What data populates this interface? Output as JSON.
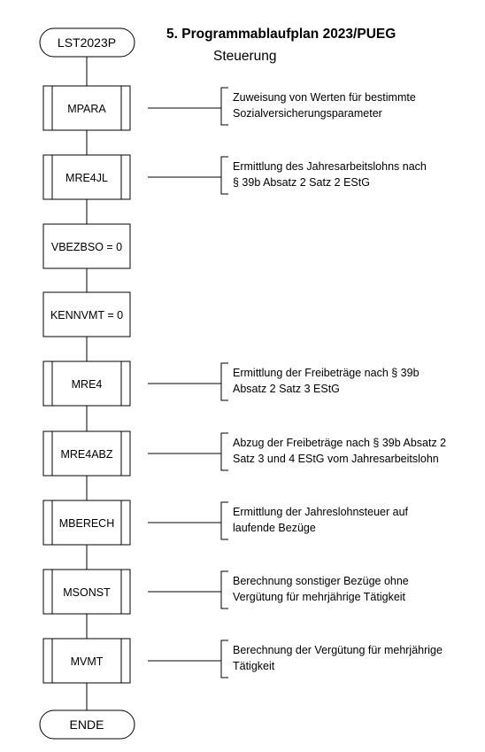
{
  "header": {
    "title": "5. Programmablaufplan 2023/PUEG",
    "subtitle": "Steuerung"
  },
  "flow": {
    "start": "LST2023P",
    "end": "ENDE",
    "steps": [
      {
        "label": "MPARA",
        "kind": "subroutine",
        "comment": [
          "Zuweisung von Werten für bestimmte",
          "Sozialversicherungsparameter"
        ]
      },
      {
        "label": "MRE4JL",
        "kind": "subroutine",
        "comment": [
          "Ermittlung des Jahresarbeitslohns nach",
          "§ 39b Absatz 2 Satz 2 EStG"
        ]
      },
      {
        "label": "VBEZBSO = 0",
        "kind": "process",
        "comment": []
      },
      {
        "label": "KENNVMT = 0",
        "kind": "process",
        "comment": []
      },
      {
        "label": "MRE4",
        "kind": "subroutine",
        "comment": [
          "Ermittlung der Freibeträge nach § 39b",
          "Absatz 2 Satz 3 EStG"
        ]
      },
      {
        "label": "MRE4ABZ",
        "kind": "subroutine",
        "comment": [
          "Abzug der Freibeträge nach § 39b Absatz 2",
          "Satz 3 und 4 EStG vom Jahresarbeitslohn"
        ]
      },
      {
        "label": "MBERECH",
        "kind": "subroutine",
        "comment": [
          "Ermittlung der Jahreslohnsteuer auf",
          "laufende Bezüge"
        ]
      },
      {
        "label": "MSONST",
        "kind": "subroutine",
        "comment": [
          "Berechnung sonstiger Bezüge ohne",
          "Vergütung für mehrjährige Tätigkeit"
        ]
      },
      {
        "label": "MVMT",
        "kind": "subroutine",
        "comment": [
          "Berechnung der Vergütung für mehrjährige",
          "Tätigkeit"
        ]
      }
    ]
  }
}
